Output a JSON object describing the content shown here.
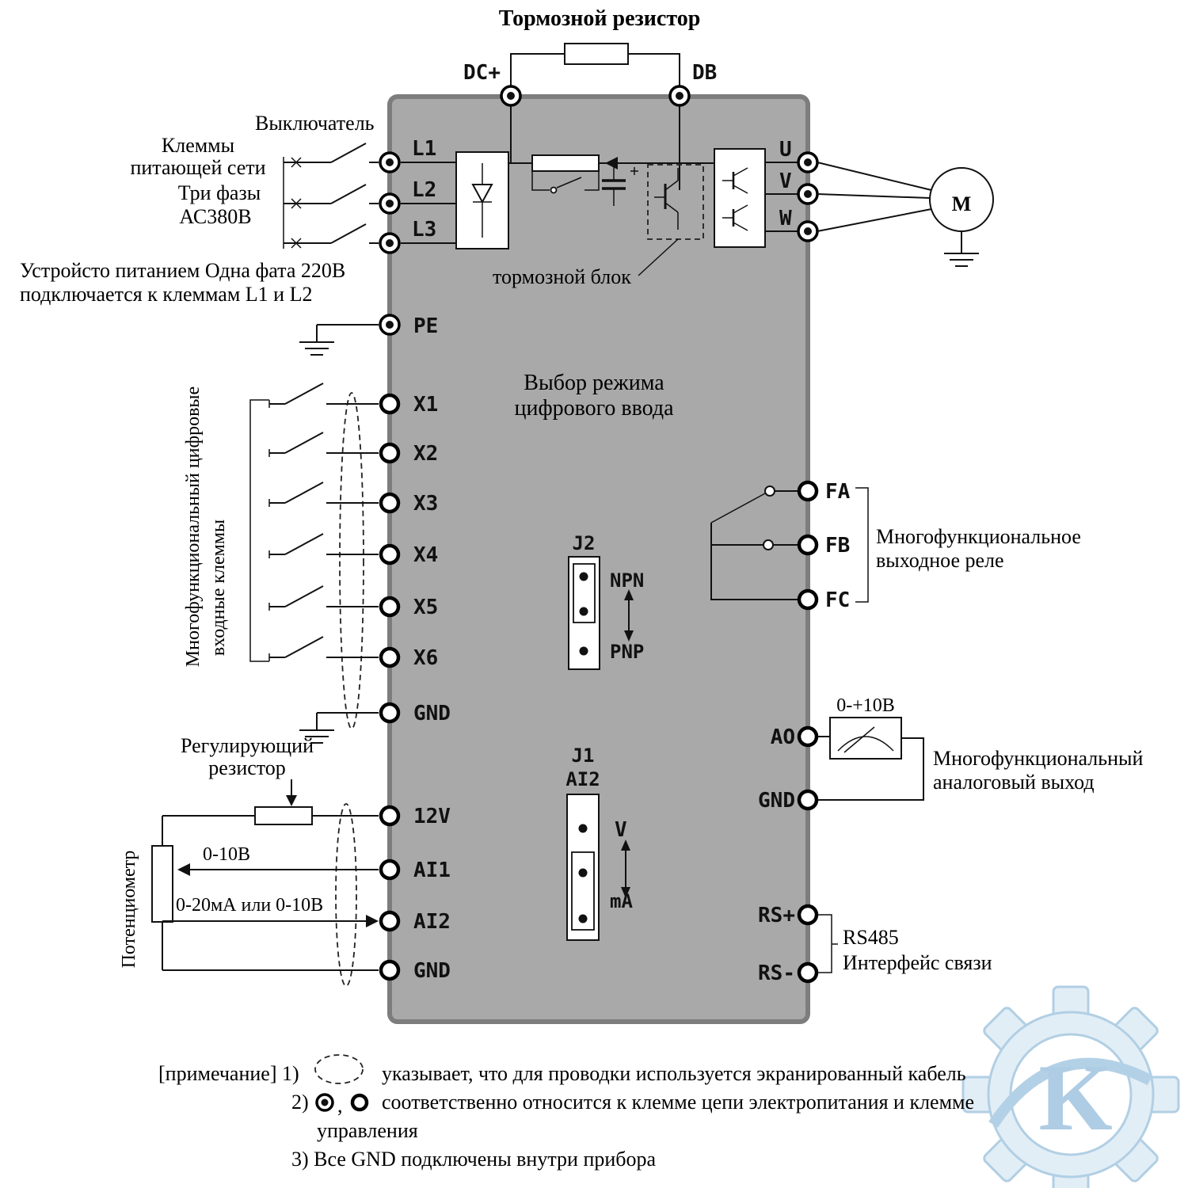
{
  "top": {
    "brake_resistor_label": "Тормозной резистор",
    "dc_plus": "DC+",
    "db": "DB"
  },
  "left": {
    "breaker": "Выключатель",
    "supply1": "Клеммы",
    "supply2": "питающей сети",
    "phase1": "Три фазы",
    "phase2": "АС380В",
    "single1": "Устройсто питанием Одна фата 220В",
    "single2": "подключается к клеммам L1 и L2",
    "digital1": "Многофункциональный цифровые",
    "digital2": "входные клеммы",
    "reg1": "Регулирующий",
    "reg2": "резистор",
    "pot": "Потенциометр",
    "range_ai1": "0-10В",
    "range_ai2": "0-20мА или 0-10В"
  },
  "terminals": {
    "l1": "L1",
    "l2": "L2",
    "l3": "L3",
    "pe": "PE",
    "x1": "X1",
    "x2": "X2",
    "x3": "X3",
    "x4": "X4",
    "x5": "X5",
    "x6": "X6",
    "gnd1": "GND",
    "v12": "12V",
    "ai1": "AI1",
    "ai2": "AI2",
    "gnd2": "GND",
    "u": "U",
    "v": "V",
    "w": "W",
    "fa": "FA",
    "fb": "FB",
    "fc": "FC",
    "ao": "AO",
    "gnd3": "GND",
    "rs_plus": "RS+",
    "rs_minus": "RS-"
  },
  "center": {
    "mode1": "Выбор режима",
    "mode2": "цифрового ввода",
    "brake_block": "тормозной блок",
    "j2": "J2",
    "npn": "NPN",
    "pnp": "PNP",
    "j1": "J1",
    "j1_sub": "AI2",
    "volt": "V",
    "ma": "mA"
  },
  "right": {
    "relay1": "Многофункциональное",
    "relay2": "выходное реле",
    "analog_range": "0-+10В",
    "analog1": "Многофункциональный",
    "analog2": "аналоговый выход",
    "rs485_1": "RS485",
    "rs485_2": "Интерфейс связи",
    "motor": "M"
  },
  "notes": {
    "intro": "[примечание] 1)",
    "n1": "указывает, что для проводки используется экранированный кабель",
    "n2_num": "2)",
    "n2_sep": ",",
    "n2": "соответственно относится к клемме цепи электропитания и клемме",
    "n2b": "управления",
    "n3": "3) Все GND подключены внутри прибора"
  },
  "watermark": {
    "letter": "K"
  },
  "colors": {
    "box_fill": "#a9a9a9",
    "box_stroke": "#7d7d7d",
    "watermark": "#88b6d7"
  }
}
